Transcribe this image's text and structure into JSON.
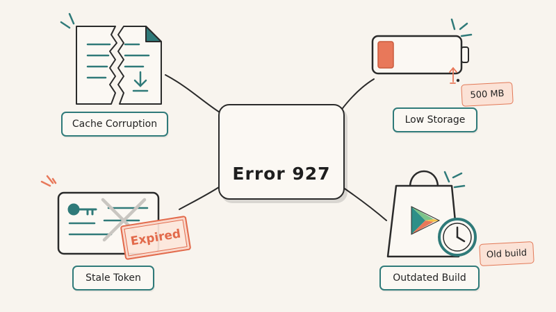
{
  "center": {
    "title": "Error 927"
  },
  "nodes": {
    "cache": {
      "label": "Cache Corruption"
    },
    "storage": {
      "label": "Low Storage",
      "tag": "500 MB"
    },
    "token": {
      "label": "Stale Token",
      "stamp": "Expired"
    },
    "build": {
      "label": "Outdated Build",
      "tag": "Old build"
    }
  },
  "colors": {
    "teal": "#2f7a79",
    "orange": "#e8785a",
    "dark": "#2a2a2a",
    "background": "#f8f4ee"
  }
}
